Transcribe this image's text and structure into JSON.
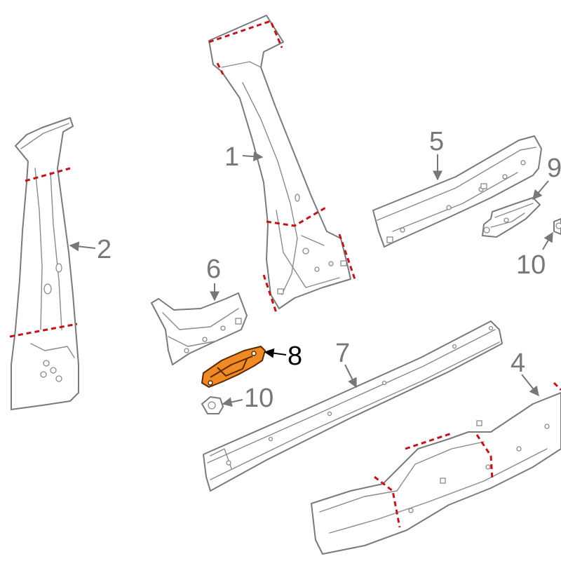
{
  "colors": {
    "outline": "#7a7a7a",
    "cut_line": "#c0151b",
    "highlight": "#f08a24",
    "label_gray": "#777777",
    "label_active": "#000000"
  },
  "callouts": [
    {
      "id": "1",
      "label": "1",
      "highlighted": false
    },
    {
      "id": "2",
      "label": "2",
      "highlighted": false
    },
    {
      "id": "4",
      "label": "4",
      "highlighted": false
    },
    {
      "id": "5",
      "label": "5",
      "highlighted": false
    },
    {
      "id": "6",
      "label": "6",
      "highlighted": false
    },
    {
      "id": "7",
      "label": "7",
      "highlighted": false
    },
    {
      "id": "8",
      "label": "8",
      "highlighted": true
    },
    {
      "id": "9",
      "label": "9",
      "highlighted": false
    },
    {
      "id": "10a",
      "label": "10",
      "highlighted": false
    },
    {
      "id": "10b",
      "label": "10",
      "highlighted": false
    }
  ]
}
